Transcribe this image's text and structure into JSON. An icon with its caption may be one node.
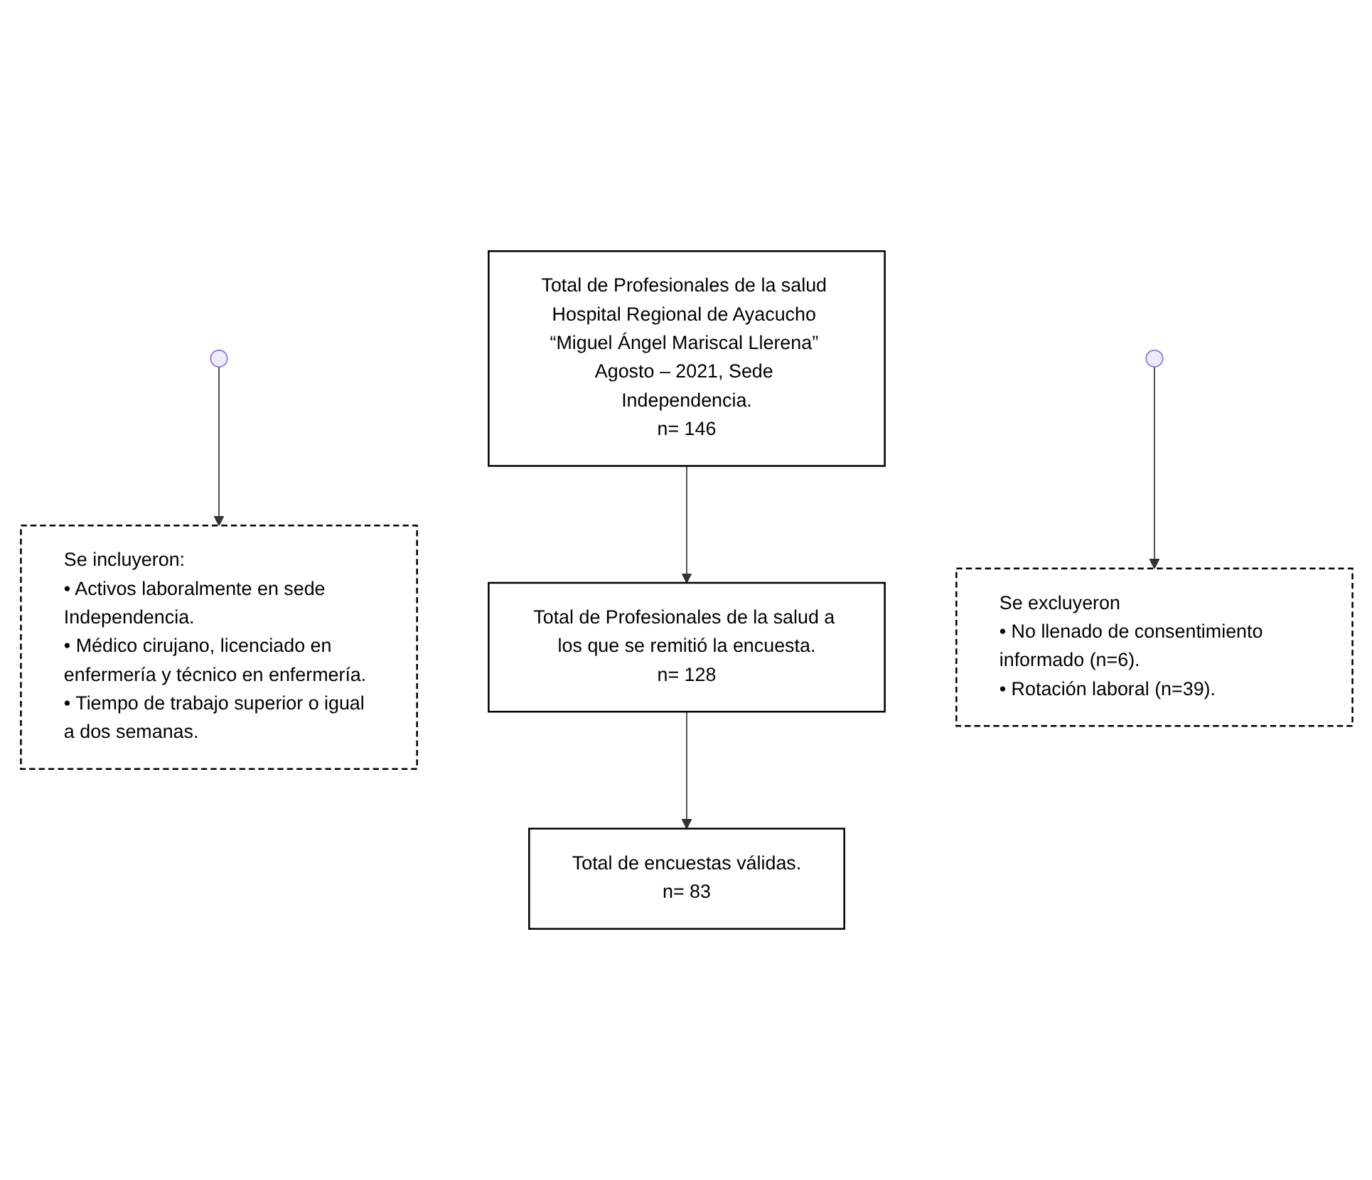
{
  "diagram": {
    "nodes": [
      {
        "text": [
          "Total de Profesionales de la salud Hospital Regional de Ayacucho “Miguel Ángel Mariscal Llerena” Agosto – 2021, Sede Independencia.",
          "n= 146"
        ]
      },
      {
        "text": [
          "Se incluyeron:",
          "• Activos laboralmente en sede Independencia.",
          "• Médico cirujano, licenciado en enfermería y técnico en enfermería.",
          "• Tiempo de trabajo superior o igual a dos semanas."
        ]
      },
      {
        "text": [
          "Total de Profesionales de la salud a los que se remitió la encuesta.",
          "n= 128"
        ]
      },
      {
        "text": [
          "Se excluyeron",
          "• No llenado de consentimiento informado (n=6).",
          "• Rotación laboral (n=39)."
        ]
      },
      {
        "text": [
          "Total de encuestas válidas.",
          "n= 83"
        ]
      }
    ],
    "edges": [
      {
        "from": 0,
        "to": 2,
        "arrow": "to"
      },
      {
        "from": null,
        "to": 1,
        "arrow": "to"
      },
      {
        "from": 2,
        "to": 4,
        "arrow": "to"
      },
      {
        "from": null,
        "to": 3,
        "arrow": "to"
      }
    ]
  }
}
